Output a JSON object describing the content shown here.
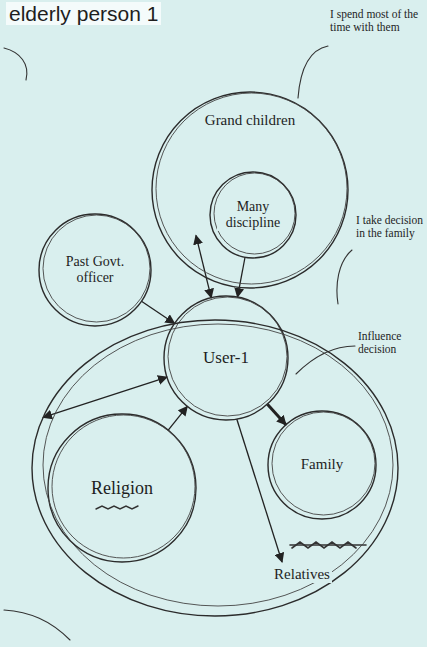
{
  "diagram": {
    "title": "elderly person 1",
    "nodes": [
      {
        "text": [
          "Grand children"
        ]
      },
      {
        "text": [
          "Many discipline"
        ],
        "in": 0
      },
      {
        "text": [
          "Past Govt. officer"
        ]
      },
      {
        "text": [
          "User-1"
        ]
      },
      {
        "text": [
          "Religion"
        ]
      },
      {
        "text": [
          "Family"
        ]
      },
      {
        "text": [
          "Relatives"
        ]
      }
    ],
    "edges": [
      {
        "from": 0,
        "to": 3,
        "arrow": "both"
      },
      {
        "from": 1,
        "to": 3,
        "arrow": "to"
      },
      {
        "from": 2,
        "to": 3,
        "arrow": "to"
      },
      {
        "from": 4,
        "to": 3,
        "arrow": "to"
      },
      {
        "from": 3,
        "to": 5,
        "arrow": "to"
      },
      {
        "from": 3,
        "to": 6,
        "arrow": "to"
      },
      {
        "from": 6,
        "to": 3,
        "arrow": "both"
      }
    ],
    "labels": [
      "I spend most of the time with them",
      "I take decision in the family",
      "Influence decision"
    ]
  }
}
